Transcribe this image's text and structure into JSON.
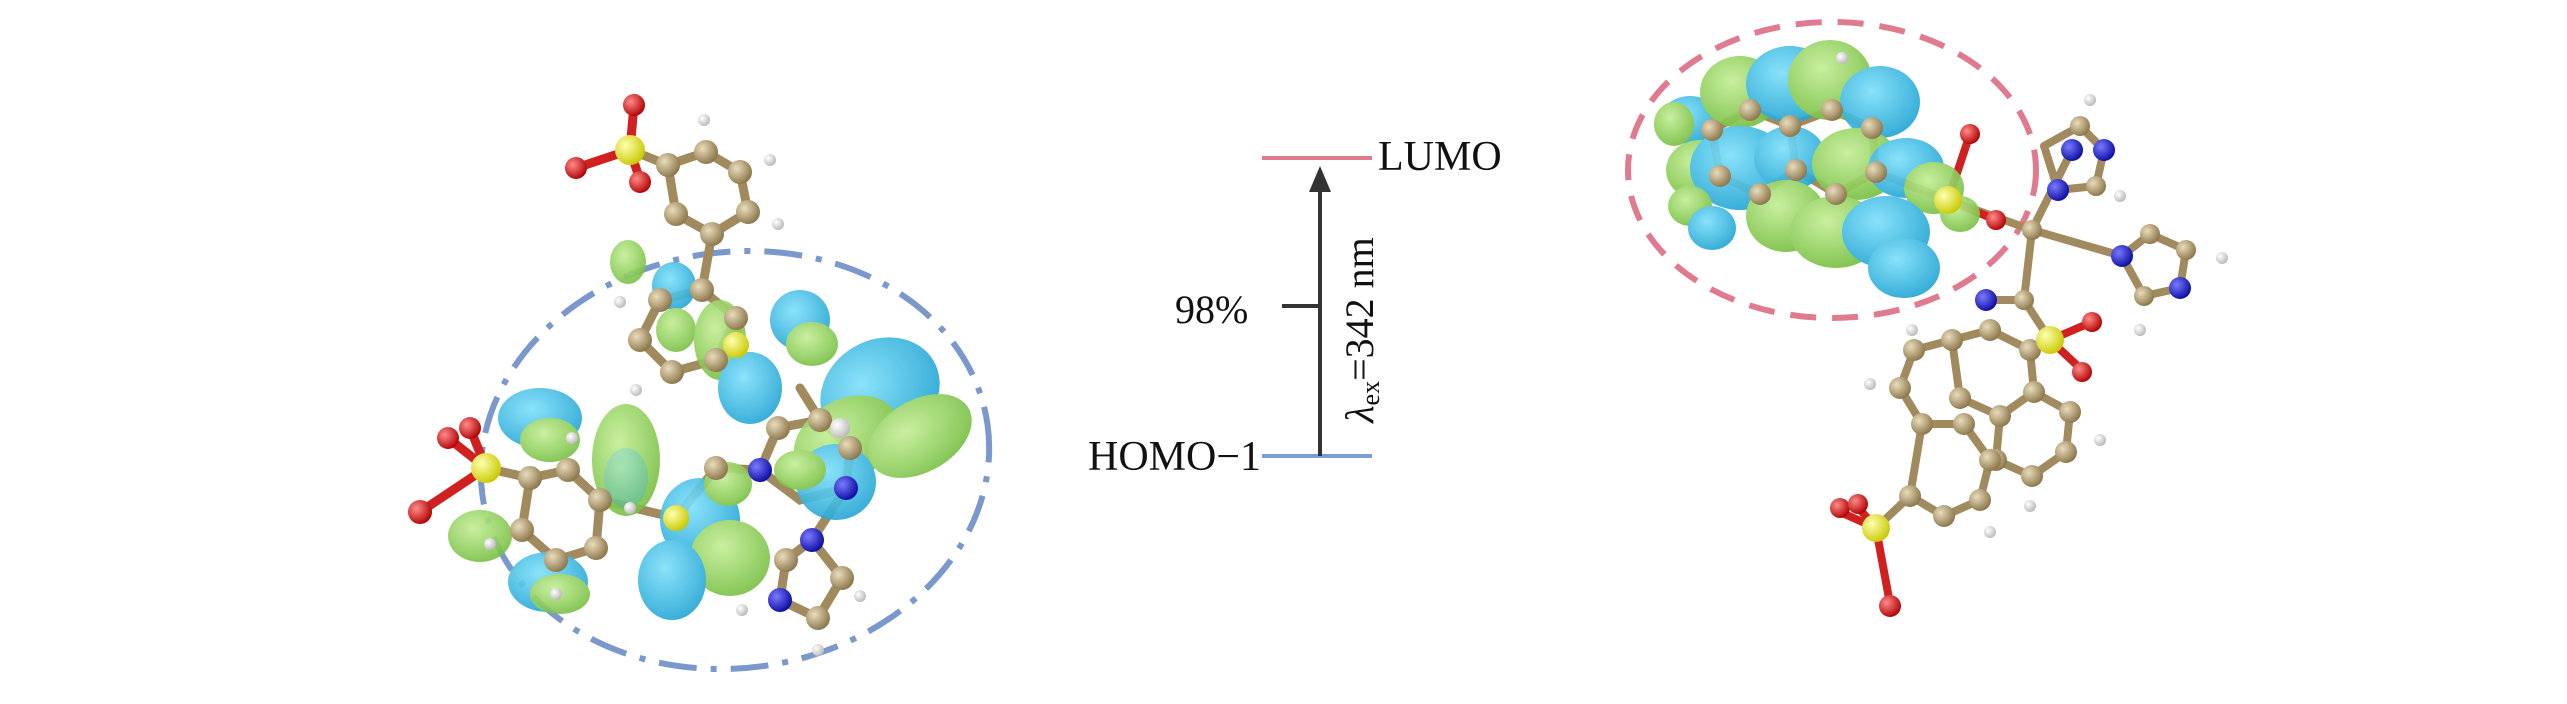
{
  "diagram": {
    "levels": {
      "upper_label": "LUMO",
      "lower_label": "HOMO−1"
    },
    "transition": {
      "percent": "98%",
      "lambda_symbol": "λ",
      "lambda_subscript": "ex",
      "lambda_value": "=342 nm"
    }
  },
  "colors": {
    "lumo_line": "#e07b8f",
    "homo_line": "#7a9fd6",
    "arrow": "#333333",
    "orbital_blue": "#1eb4e0",
    "orbital_green": "#8ad04e",
    "carbon": "#9c8558",
    "oxygen": "#d81818",
    "sulfur": "#e6e61a",
    "nitrogen": "#1818cc",
    "hydrogen": "#ececec",
    "homo_region_outline": "#7b98cc",
    "lumo_region_outline": "#e07b8f"
  },
  "icons": {
    "left_structure": "homo-1-orbital-structure-icon",
    "right_structure": "lumo-orbital-structure-icon"
  }
}
